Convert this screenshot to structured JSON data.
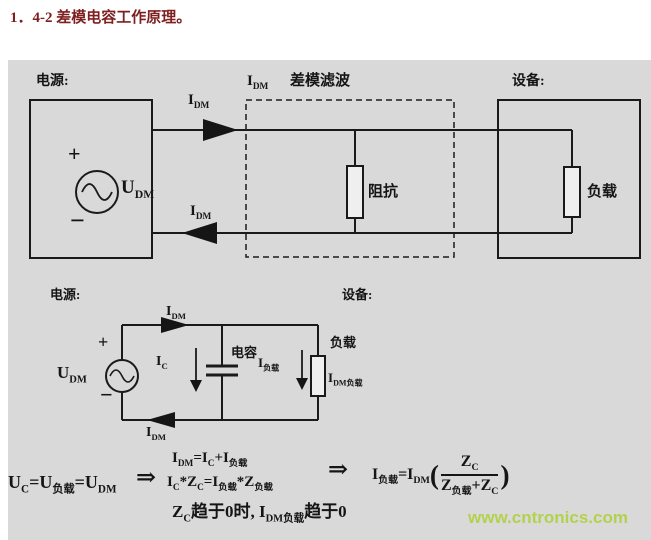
{
  "title": "1．4-2 差模电容工作原理。",
  "sym": {
    "I": "I",
    "U": "U",
    "Z": "Z",
    "DM": "DM",
    "C": "C",
    "load": "负载",
    "DMload": "DM负载",
    "plus": "+",
    "minus": "−"
  },
  "diagram1": {
    "power_label": "电源:",
    "device_label": "设备:",
    "filter_label": "差模滤波",
    "impedance_label": "阻抗",
    "load_label": "负载"
  },
  "diagram2": {
    "power_label": "电源:",
    "device_label": "设备:",
    "capacitor_label": "电容",
    "load_label": "负载"
  },
  "formulas": {
    "implies": "⇒",
    "uc_chain": {
      "t1": "U",
      "s1": "C",
      "t2": "=U",
      "s2": "负载",
      "t3": "=U",
      "s3": "DM"
    },
    "current_sum": {
      "t1": "I",
      "s1": "DM",
      "t2": "=I",
      "s2": "C",
      "t3": "+I",
      "s3": "负载"
    },
    "impedance_product": {
      "t1": "I",
      "s1": "C",
      "t2": "*Z",
      "s2": "C",
      "t3": "=I",
      "s3": "负载",
      "t4": "*Z",
      "s4": "负载"
    },
    "result": {
      "t1": "I",
      "s1": "负载",
      "t2": "=I",
      "s2": "DM",
      "open": "(",
      "close": ")",
      "num_t": "Z",
      "num_s": "C",
      "den_t1": "Z",
      "den_s1": "负载",
      "den_t2": "+Z",
      "den_s2": "C"
    },
    "limit": {
      "t1": "Z",
      "s1": "C",
      "t2": "趋于0时,",
      "t3": " I",
      "s3": "DM负载",
      "t4": "趋于0"
    }
  },
  "watermark": "www.cntronics.com"
}
